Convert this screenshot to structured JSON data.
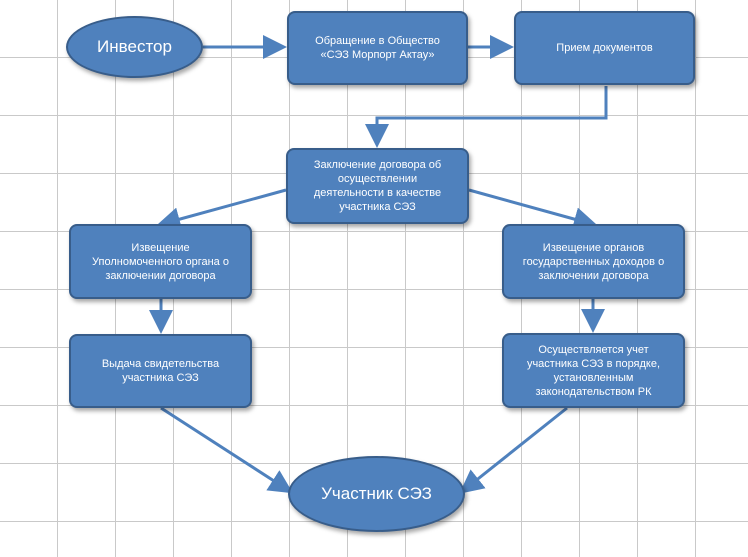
{
  "diagram": {
    "investor": "Инвестор",
    "appeal": "Обращение в Общество\n«СЭЗ Морпорт Актау»",
    "receipt": "Прием документов",
    "contract": "Заключение договора об\nосуществлении\nдеятельности в качестве\nучастника СЭЗ",
    "notify_authorized": "Извещение\nУполномоченного органа о\nзаключении договора",
    "notify_revenue": "Извещение органов\nгосударственных доходов о\nзаключении договора",
    "certificate": "Выдача свидетельства\nучастника СЭЗ",
    "accounting": "Осуществляется учет\nучастника СЭЗ в порядке,\nустановленным\nзаконодательством РК",
    "participant": "Участник СЭЗ"
  },
  "colors": {
    "node_fill": "#4f81bd",
    "node_border": "#385d8a",
    "arrow": "#4f81bd"
  }
}
